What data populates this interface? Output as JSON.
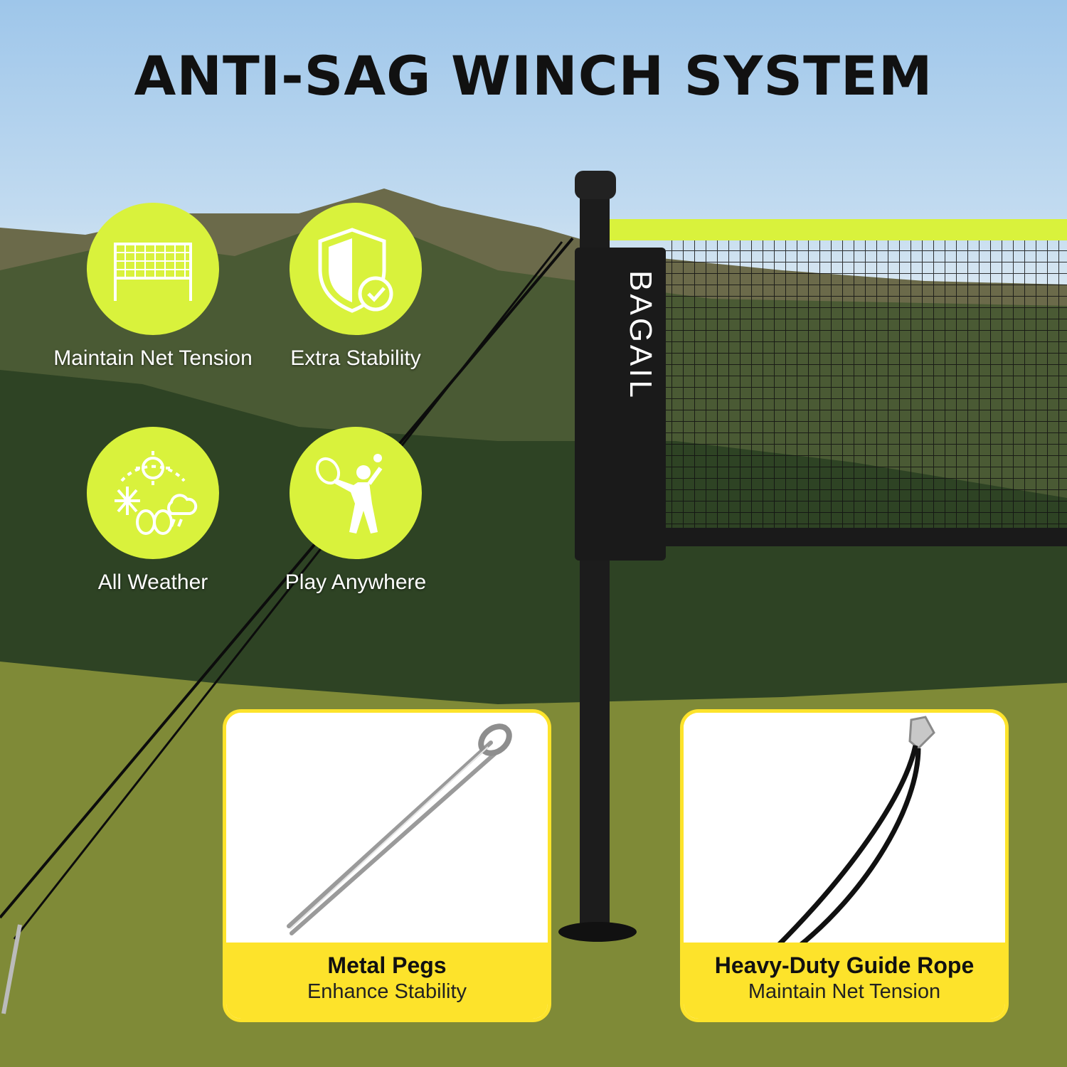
{
  "headline": "ANTI-SAG WINCH SYSTEM",
  "brand": "BAGAIL",
  "colors": {
    "accent": "#d9f23c",
    "card_yellow": "#fde32b",
    "pole": "#1c1c1c",
    "text_dark": "#111111",
    "text_light": "#ffffff"
  },
  "features": [
    {
      "label": "Maintain Net Tension",
      "icon": "net-icon"
    },
    {
      "label": "Extra Stability",
      "icon": "shield-check-icon"
    },
    {
      "label": "All Weather",
      "icon": "weather-icon"
    },
    {
      "label": "Play Anywhere",
      "icon": "tennis-player-icon"
    }
  ],
  "cards": [
    {
      "title": "Metal Pegs",
      "subtitle": "Enhance Stability",
      "icon": "metal-peg-icon"
    },
    {
      "title": "Heavy-Duty Guide Rope",
      "subtitle": "Maintain Net Tension",
      "icon": "guide-rope-icon"
    }
  ]
}
